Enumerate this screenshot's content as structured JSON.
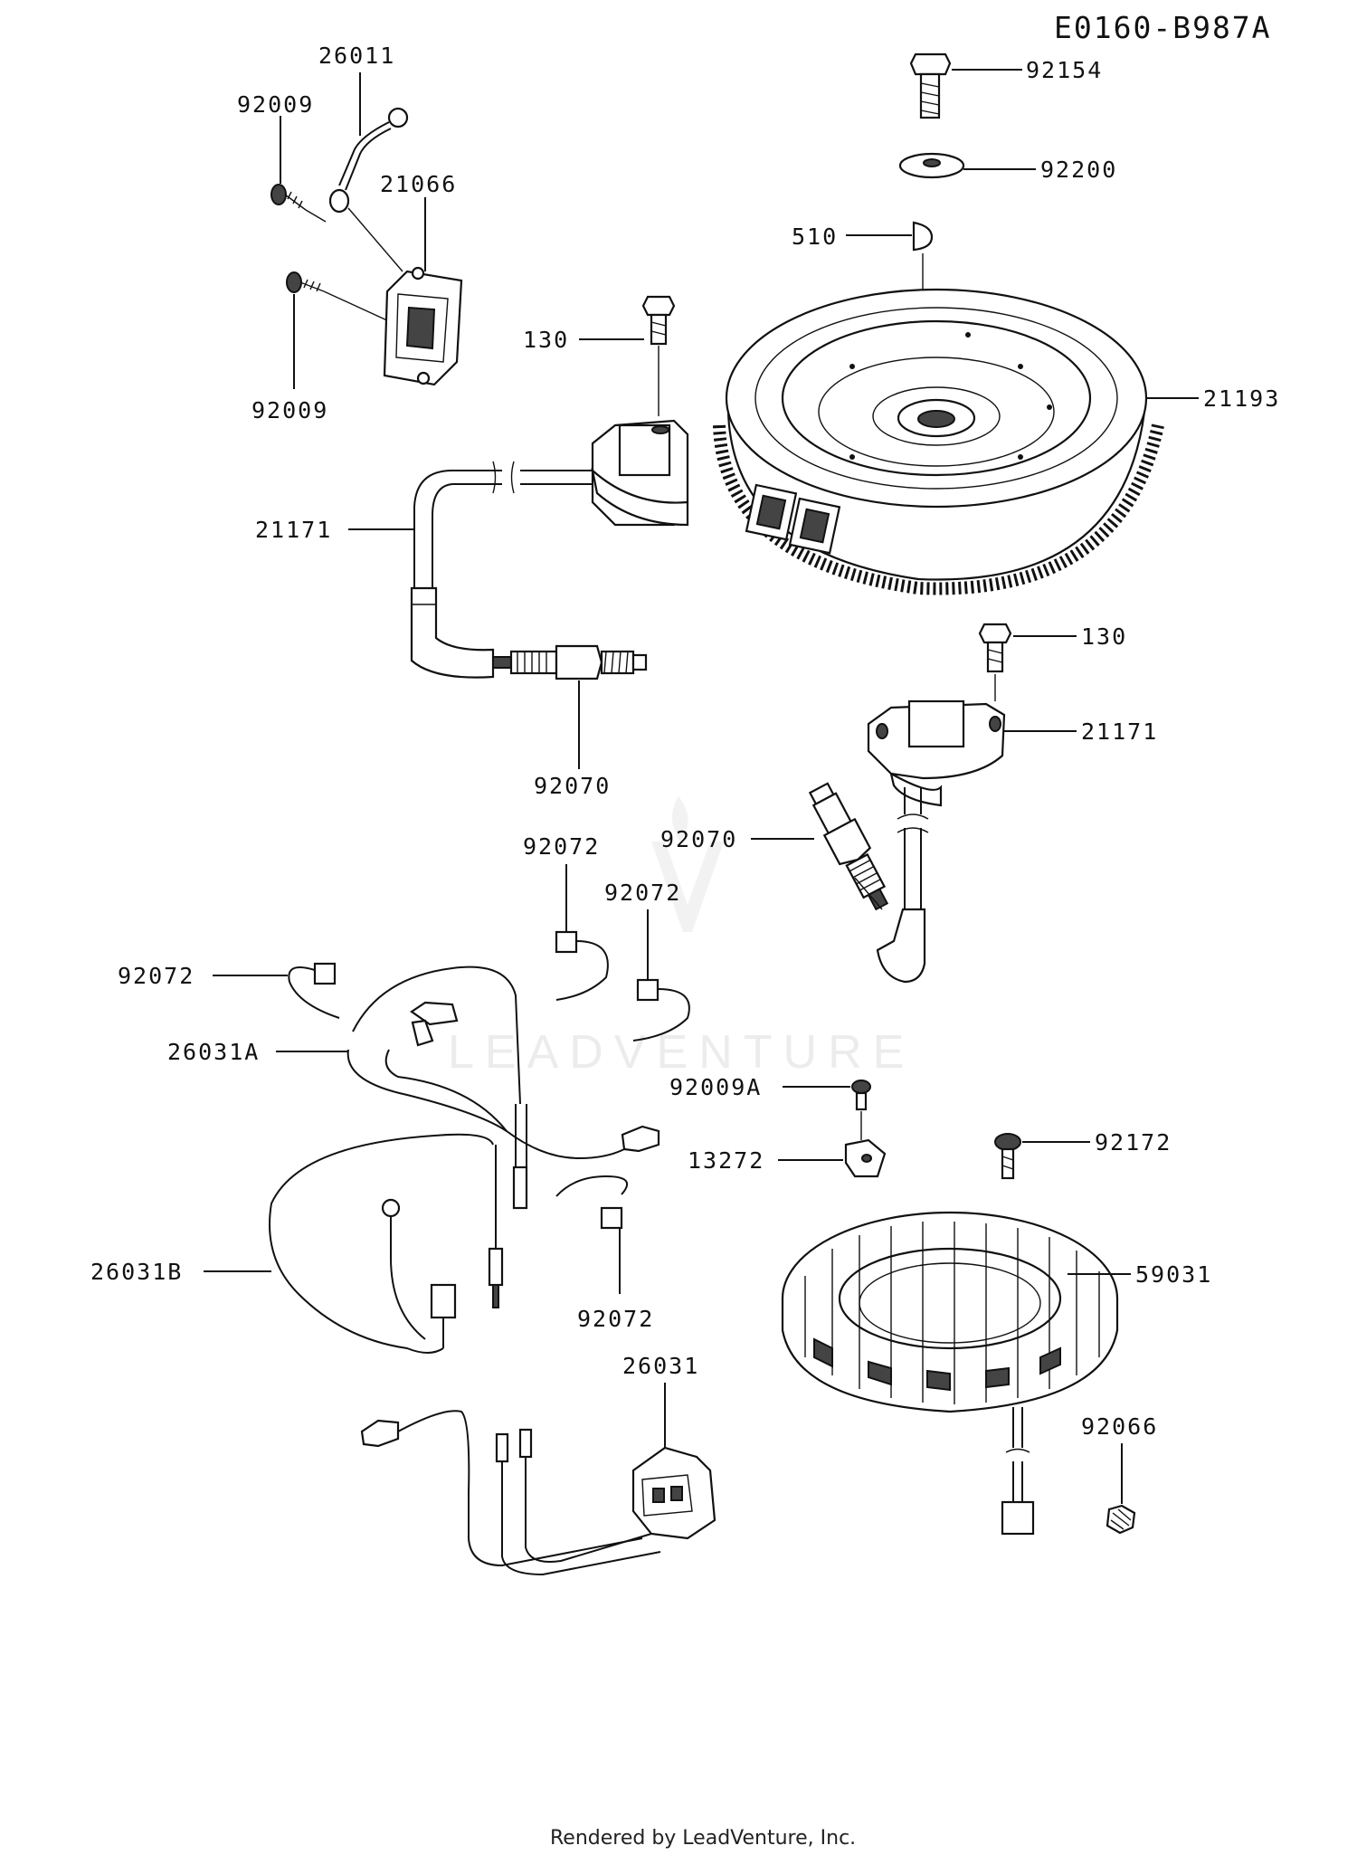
{
  "diagram_code": "E0160-B987A",
  "watermark": "LEADVENTURE",
  "footer": "Rendered by LeadVenture, Inc.",
  "labels": {
    "p92154": "92154",
    "p92200": "92200",
    "p510": "510",
    "p21193": "21193",
    "p130_top": "130",
    "p130_right": "130",
    "p21171_left": "21171",
    "p21171_right": "21171",
    "p92070_left": "92070",
    "p92070_right": "92070",
    "p26011": "26011",
    "p92009_top": "92009",
    "p92009_bottom": "92009",
    "p21066": "21066",
    "p92072_top": "92072",
    "p92072_mid": "92072",
    "p92072_left": "92072",
    "p92072_bottom": "92072",
    "p26031A": "26031A",
    "p26031B": "26031B",
    "p26031": "26031",
    "p92009A": "92009A",
    "p13272": "13272",
    "p92172": "92172",
    "p59031": "59031",
    "p92066": "92066"
  }
}
